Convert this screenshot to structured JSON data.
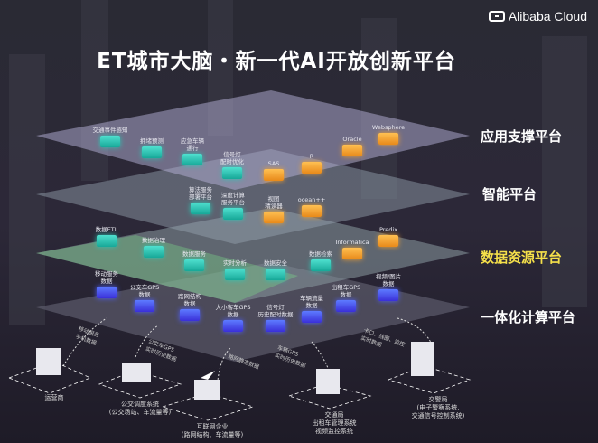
{
  "header": {
    "title": "ET城市大脑・新一代AI开放创新平台",
    "brand": "Alibaba Cloud"
  },
  "layers": [
    {
      "name": "应用支撑平台",
      "color": "#ffffff",
      "items": [
        {
          "label": "交通事件感知",
          "kind": "teal"
        },
        {
          "label": "拥堵预测",
          "kind": "teal"
        },
        {
          "label": "应急车辆\n通行",
          "kind": "teal"
        },
        {
          "label": "信号灯\n配时优化",
          "kind": "teal"
        },
        {
          "label": "SAS",
          "kind": "orange"
        },
        {
          "label": "R",
          "kind": "orange"
        },
        {
          "label": "Oracle",
          "kind": "orange"
        },
        {
          "label": "Websphere",
          "kind": "orange"
        }
      ]
    },
    {
      "name": "智能平台",
      "color": "#ffffff",
      "items": [
        {
          "label": "算法服务\n部署平台",
          "kind": "teal"
        },
        {
          "label": "深度计算\n服务平台",
          "kind": "teal"
        },
        {
          "label": "视图\n精读器",
          "kind": "orange"
        },
        {
          "label": "ocean++",
          "kind": "orange"
        }
      ]
    },
    {
      "name": "数据资源平台",
      "color": "#f5e04a",
      "items": [
        {
          "label": "数据ETL",
          "kind": "teal"
        },
        {
          "label": "数据治理",
          "kind": "teal"
        },
        {
          "label": "数据服务",
          "kind": "teal"
        },
        {
          "label": "实时分析",
          "kind": "teal"
        },
        {
          "label": "数据安全",
          "kind": "teal"
        },
        {
          "label": "数据检索",
          "kind": "teal"
        },
        {
          "label": "Informatica",
          "kind": "orange"
        },
        {
          "label": "Predix",
          "kind": "orange"
        }
      ]
    },
    {
      "name": "一体化计算平台",
      "color": "#ffffff",
      "items": [
        {
          "label": "移动服务\n数据",
          "kind": "blue"
        },
        {
          "label": "公交车GPS\n数据",
          "kind": "blue"
        },
        {
          "label": "路网结构\n数据",
          "kind": "blue"
        },
        {
          "label": "大小客车GPS\n数据",
          "kind": "blue"
        },
        {
          "label": "信号灯\n历史配时数据",
          "kind": "blue"
        },
        {
          "label": "车辆流量\n数据",
          "kind": "blue"
        },
        {
          "label": "出租车GPS\n数据",
          "kind": "blue"
        },
        {
          "label": "视频/图片\n数据",
          "kind": "blue"
        }
      ]
    }
  ],
  "sources": [
    {
      "label": "运营商"
    },
    {
      "label": "公交调度系统\n(公交场站、车流量等)"
    },
    {
      "label": "互联网企业\n(路网结构、车流量等)"
    },
    {
      "label": "交通局\n出租车管理系统\n视频监控系统"
    },
    {
      "label": "交警局\n(电子警察系统,\n交通信号控制系统)"
    }
  ],
  "connections": [
    "移动服务\n手机数据",
    "公交车GPS\n实时历史数据",
    "路网静态数据",
    "车辆GPS\n实时历史数据",
    "卡口、线圈、监控\n实时数据"
  ]
}
